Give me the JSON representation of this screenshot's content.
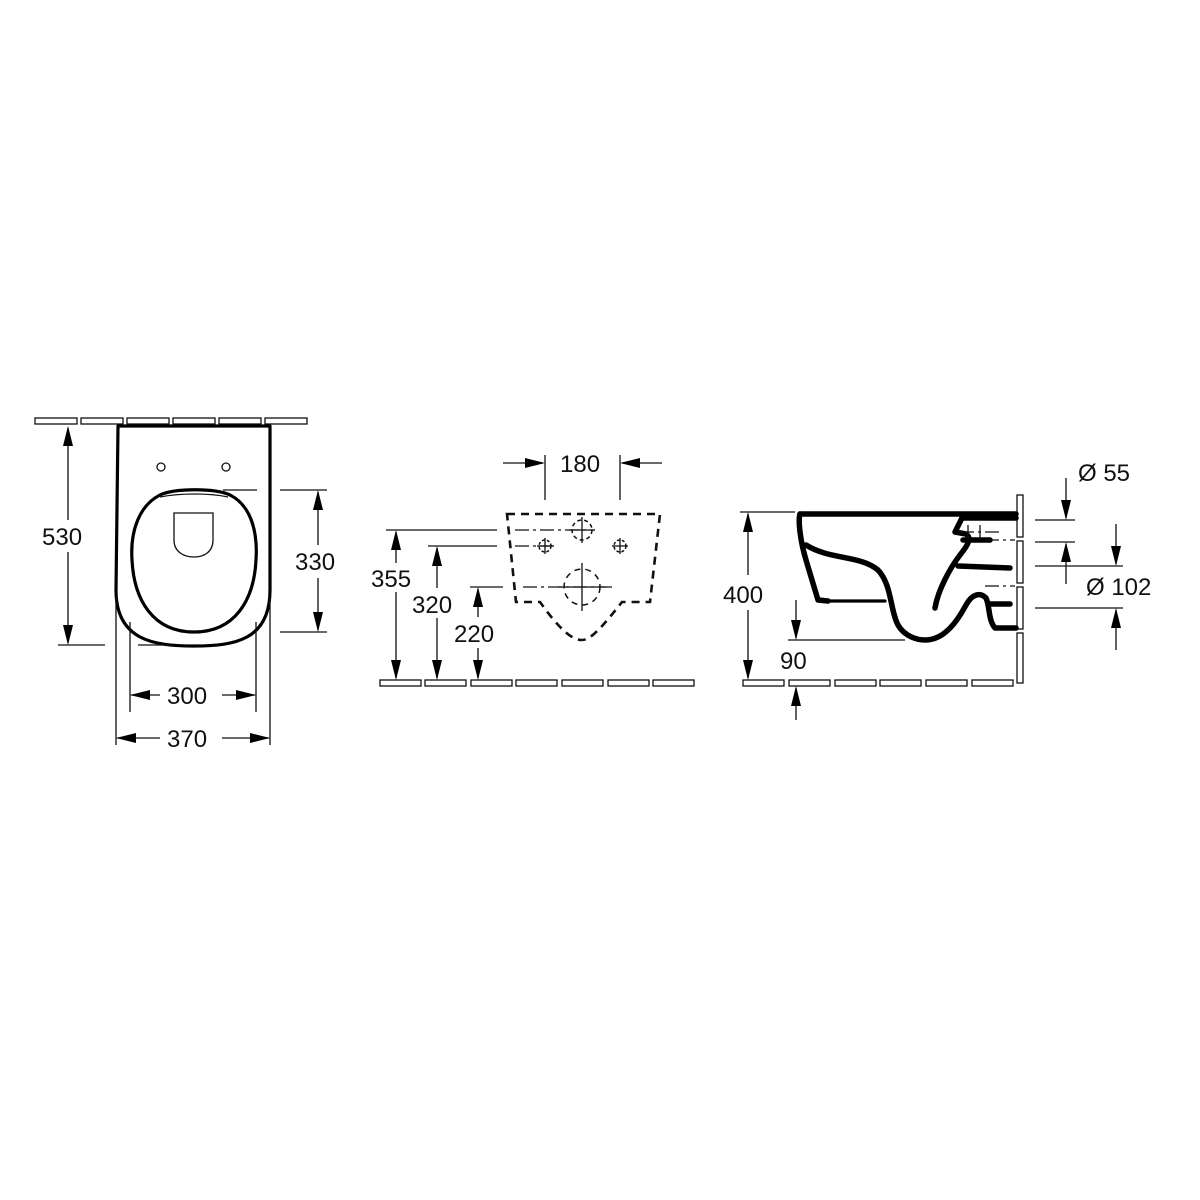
{
  "drawing": {
    "type": "technical-drawing",
    "subject": "wall-hung toilet dimension drawing",
    "line_color": "#000000",
    "background": "#ffffff"
  },
  "views": {
    "top_view": {
      "dims": {
        "overall_length": "530",
        "seat_opening_length": "330",
        "seat_width": "300",
        "overall_width": "370"
      }
    },
    "wall_fixing_view": {
      "dims": {
        "bolt_spacing": "180",
        "bolt_height": "355",
        "fixing_height": "320",
        "outlet_height": "220"
      }
    },
    "side_view": {
      "dims": {
        "rim_height": "400",
        "bottom_clearance": "90",
        "inlet_diameter": "Ø 55",
        "outlet_diameter": "Ø 102"
      }
    }
  }
}
